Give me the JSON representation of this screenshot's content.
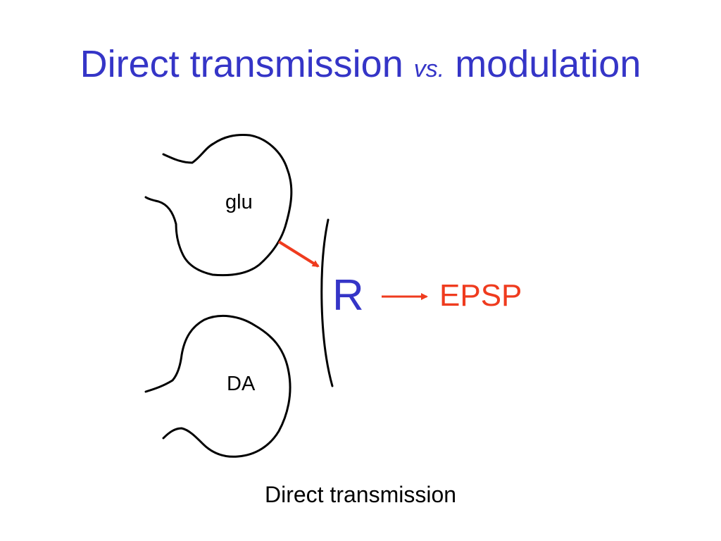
{
  "slide": {
    "title_part1": "Direct transmission ",
    "title_vs": "vs.",
    "title_part2": " modulation",
    "caption": "Direct transmission"
  },
  "diagram": {
    "terminal_top_label": "glu",
    "terminal_bottom_label": "DA",
    "receptor_label": "R",
    "output_label": "EPSP"
  },
  "colors": {
    "title": "#3535c7",
    "receptor": "#3535c7",
    "epsp": "#ef3b1e",
    "arrow": "#ef3b1e",
    "outline": "#000000"
  }
}
